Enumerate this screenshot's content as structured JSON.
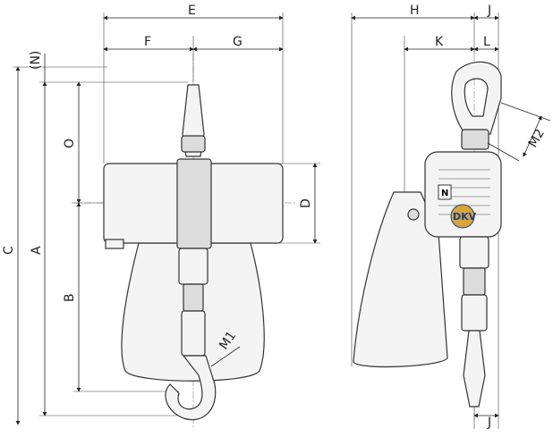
{
  "front_view": {
    "dimensions": {
      "E": "E",
      "F": "F",
      "G": "G",
      "N": "(N)",
      "O": "O",
      "C": "C",
      "A": "A",
      "B": "B",
      "D": "D",
      "M1": "M1"
    }
  },
  "side_view": {
    "dimensions": {
      "H": "H",
      "J_top": "J",
      "K": "K",
      "L": "L",
      "M2": "M2",
      "J_bottom": "J"
    },
    "logo_text": "DKV",
    "plate_text": "N"
  },
  "colors": {
    "logo_fill": "#d8a53a",
    "logo_text": "#1c3d8a",
    "line": "#333333"
  }
}
